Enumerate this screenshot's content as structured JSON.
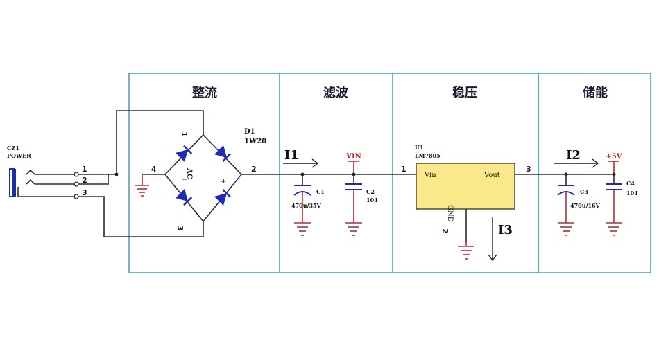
{
  "sections": {
    "rectify": "整流",
    "filter": "滤波",
    "regulate": "稳压",
    "storage": "储能"
  },
  "connector": {
    "ref": "CZ1",
    "name": "POWER",
    "pins": [
      "1",
      "2",
      "3"
    ]
  },
  "bridge": {
    "ref": "D1",
    "part": "1W20",
    "ac_label": "AC",
    "minus": "−",
    "plus": "+",
    "pins": {
      "p1": "1",
      "p2": "2",
      "p3": "3",
      "p4": "4"
    }
  },
  "currents": {
    "i1": "I1",
    "i2": "I2",
    "i3": "I3"
  },
  "nets": {
    "vin": "VIN",
    "vplus": "+5V"
  },
  "caps": {
    "c1": {
      "ref": "C1",
      "value": "470u/35V"
    },
    "c2": {
      "ref": "C2",
      "value": "104"
    },
    "c3": {
      "ref": "C3",
      "value": "470u/16V"
    },
    "c4": {
      "ref": "C4",
      "value": "104"
    }
  },
  "regulator": {
    "ref": "U1",
    "part": "LM7805",
    "vin": "Vin",
    "vout": "Vout",
    "gnd": "GND",
    "pin_in": "1",
    "pin_out": "3",
    "pin_gnd": "2",
    "fill": "#fbe88a"
  },
  "colors": {
    "section_border": "#4aa3b8",
    "component": "#1e2bb0",
    "ground": "#b03030",
    "net_label": "#b02020"
  }
}
